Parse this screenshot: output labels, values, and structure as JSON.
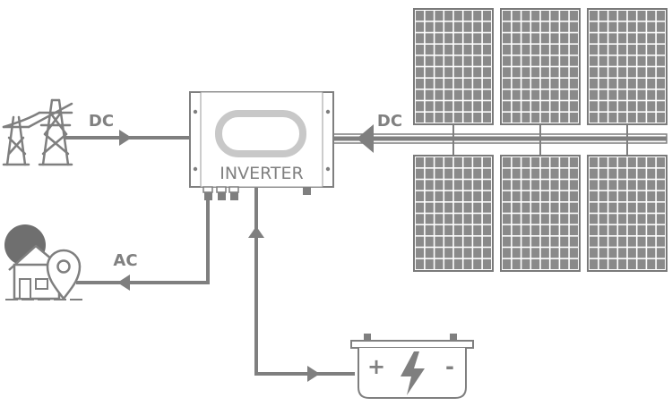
{
  "labels": {
    "dc_left": "DC",
    "dc_right": "DC",
    "ac": "AC",
    "inverter": "INVERTER",
    "battery_plus": "+",
    "battery_minus": "-"
  },
  "solar_array": {
    "rows": 2,
    "columns": 3,
    "cell_rows": 10,
    "cell_cols": 8
  },
  "colors": {
    "stroke": "#7f7f7f",
    "panel_cell": "#8a8a8a",
    "panel_frame": "#7a7a7a",
    "house_disc": "#6f6f6f",
    "background": "#ffffff"
  },
  "icons": [
    "power-tower-icon",
    "house-location-icon",
    "inverter-icon",
    "solar-panel-icon",
    "battery-icon",
    "lightning-bolt-icon"
  ]
}
